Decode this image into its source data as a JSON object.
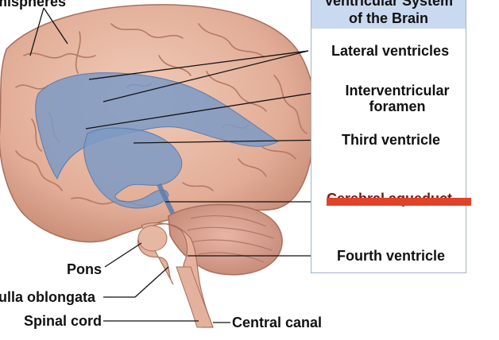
{
  "panel": {
    "title_line1": "Ventricular System",
    "title_line2": "of the Brain",
    "header_color": "#c9d9ef"
  },
  "labels": {
    "hemispheres": "hemispheres",
    "lateral_ventricles": "Lateral ventricles",
    "interventricular_1": "Interventricular",
    "interventricular_2": "foramen",
    "third_ventricle": "Third ventricle",
    "cerebral_aqueduct": "Cerebral aqueduct",
    "fourth_ventricle": "Fourth ventricle",
    "pons": "Pons",
    "medulla": "Medulla oblongata",
    "spinal_cord": "Spinal cord",
    "central_canal": "Central canal"
  },
  "colors": {
    "brain": "#e8b8a4",
    "brain_dark": "#b9826d",
    "ventricles": "#7d9ac4",
    "cerebellum": "#d9a293",
    "redaction": "#e0432a"
  }
}
